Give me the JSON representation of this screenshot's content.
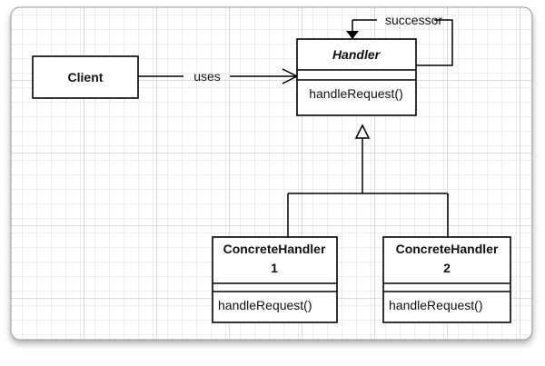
{
  "labels": {
    "client": "Client",
    "uses": "uses",
    "successor": "successor"
  },
  "handler": {
    "name": "Handler",
    "method": "handleRequest()"
  },
  "concrete_handler_1": {
    "name_line1": "ConcreteHandler",
    "name_line2": "1",
    "method": "handleRequest()"
  },
  "concrete_handler_2": {
    "name_line1": "ConcreteHandler",
    "name_line2": "2",
    "method": "handleRequest()"
  },
  "colors": {
    "grid_minor": "#d5d5d5",
    "grid_major": "#bdbdbd",
    "stroke": "#000000",
    "background": "#ffffff"
  }
}
